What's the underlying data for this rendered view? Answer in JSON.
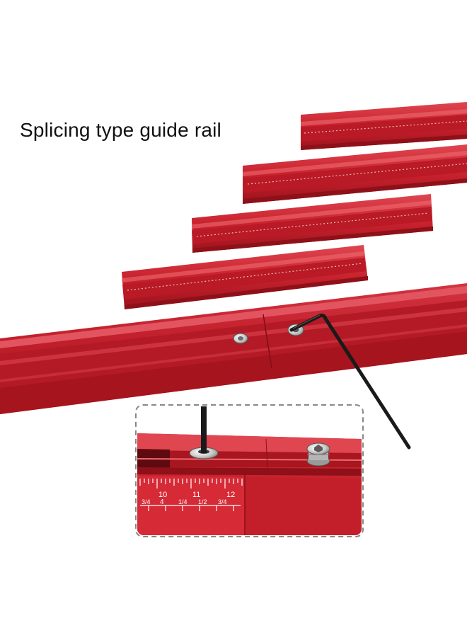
{
  "headline": "Splicing type guide rail",
  "colors": {
    "rail_top": "#d8323c",
    "rail_mid": "#c21f2b",
    "rail_dark": "#8e1019",
    "rail_highlight": "#ee6a70",
    "scale_text": "#ffffff",
    "hex_key": "#1a1a1a",
    "frame_dash": "#888888",
    "background": "#ffffff"
  },
  "detail": {
    "ruler_numbers": [
      "10",
      "11",
      "12"
    ],
    "ruler_fractions": [
      "3/4",
      "4",
      "1/4",
      "1/2",
      "3/4"
    ]
  }
}
